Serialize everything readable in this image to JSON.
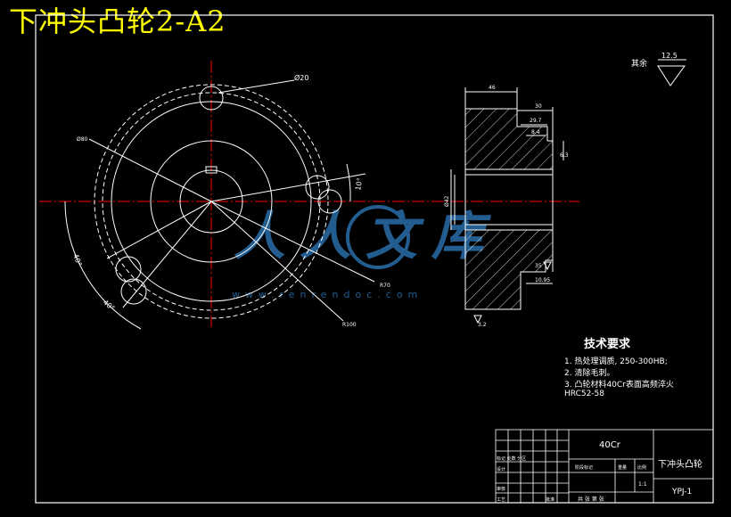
{
  "drawing": {
    "title": "下冲头凸轮2-A2",
    "surface_roughness_label": "其余",
    "surface_roughness_value": "12.5"
  },
  "dimensions": {
    "phi20": "Ø20",
    "phi80": "Ø80",
    "r70": "R70",
    "r100": "R100",
    "angle_10": "10°",
    "angle_40": "40°",
    "angle_40b": "40°",
    "d46": "46",
    "d30": "30",
    "d29_7": "29.7",
    "d8_4": "8.4",
    "d6_3": "6.3",
    "dphi42": "Ø42",
    "d10_95": "10.95",
    "d35": "35",
    "d3_2": "3.2"
  },
  "tech_requirements": {
    "heading": "技术要求",
    "items": [
      "1. 热处理调质, 250-300HB;",
      "2. 清除毛刺。",
      "3. 凸轮材料40Cr表面高频淬火",
      "HRC52-58"
    ]
  },
  "title_block": {
    "material": "40Cr",
    "part_name": "下冲头凸轮",
    "drawing_no": "YPJ-1",
    "row_mark": "标记 处数 分区",
    "row_design": "设计",
    "row_review": "审核",
    "row_craft": "工艺",
    "row_approve": "批准",
    "stage_label": "阶段标记",
    "weight_label": "重量",
    "scale_label": "比例",
    "scale_value": "1:1",
    "sheets": "共 张  第 张"
  },
  "watermark": {
    "brand": "人人文库",
    "url": "www.renrendoc.com"
  },
  "colors": {
    "background": "#000000",
    "outline": "#ffffff",
    "title": "#ffff00",
    "centerline": "#ff0000",
    "watermark": "#2f7dc0"
  }
}
